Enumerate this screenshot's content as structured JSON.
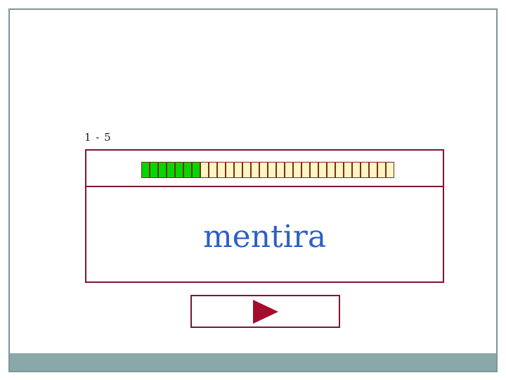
{
  "slide": {
    "label": "1 - 5",
    "word": "mentira",
    "progress": {
      "total_cells": 30,
      "filled_cells": 7
    },
    "next_button": {
      "icon": "play-icon"
    },
    "colors": {
      "slide_border": "#7f9599",
      "footer_bar": "#8aa8a8",
      "box_border": "#7a1631",
      "cell_border": "#7d2b20",
      "cell_filled": "#00d800",
      "cell_empty": "#fdf5c2",
      "triangle": "#a30e2e",
      "word": "#2e5fc4",
      "label": "#1c1c1c"
    }
  }
}
